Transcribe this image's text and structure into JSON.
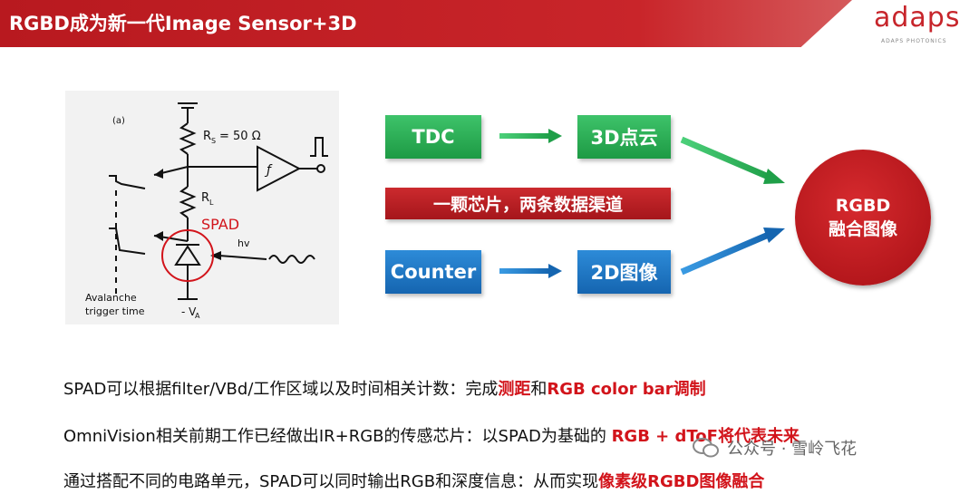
{
  "header": {
    "title": "RGBD成为新一代Image Sensor+3D",
    "logo": {
      "name": "adaps",
      "sub": "ADAPS PHOTONICS"
    }
  },
  "circuit": {
    "label_a": "(a)",
    "rs": "R",
    "rs_sub": "S",
    "rs_value": "= 50 Ω",
    "rl": "R",
    "rl_sub": "L",
    "spad": "SPAD",
    "hv": "hv",
    "va": "- V",
    "va_sub": "A",
    "avalanche": "Avalanche",
    "trigger": "trigger time"
  },
  "diagram": {
    "tdc": "TDC",
    "cloud3d": "3D点云",
    "chip": "一颗芯片，两条数据渠道",
    "counter": "Counter",
    "image2d": "2D图像",
    "rgbd_line1": "RGBD",
    "rgbd_line2": "融合图像"
  },
  "text": {
    "line1": {
      "a": "SPAD可以根据filter/VBd/工作区域以及时间相关计数：完成",
      "h1": "测距",
      "b": "和",
      "h2": "RGB color bar调制"
    },
    "line2": {
      "a": "OmniVision相关前期工作已经做出IR+RGB的传感芯片：以SPAD为基础的 ",
      "h1": "RGB + dToF将代表未来"
    },
    "line3": {
      "a": "通过搭配不同的电路单元，SPAD可以同时输出RGB和深度信息：从而实现",
      "h1": "像素级RGBD图像融合"
    }
  },
  "watermark": "公众号 · 雪岭飞花",
  "colors": {
    "accent_red": "#c7252b",
    "green": "#1d9a44",
    "blue": "#1565b0"
  }
}
